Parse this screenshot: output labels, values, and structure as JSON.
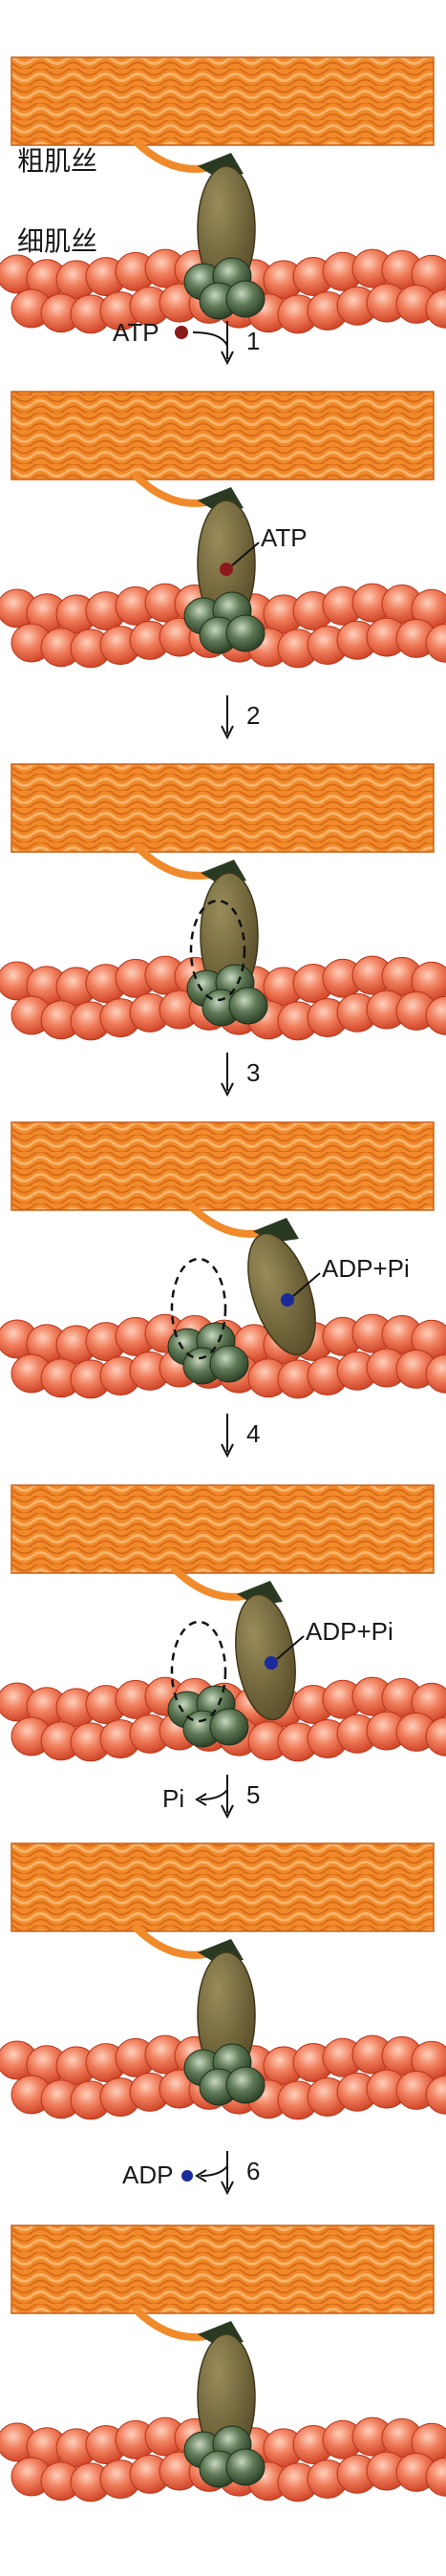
{
  "diagram": {
    "labels": {
      "thick_filament": "粗肌丝",
      "thin_filament": "细肌丝"
    },
    "steps": [
      {
        "number": "1",
        "side_label": "ATP",
        "direction": "in",
        "dot_color": "#8b1a1a"
      },
      {
        "number": "2",
        "side_label": "",
        "direction": "none"
      },
      {
        "number": "3",
        "side_label": "",
        "direction": "none"
      },
      {
        "number": "4",
        "side_label": "",
        "direction": "none"
      },
      {
        "number": "5",
        "side_label": "Pi",
        "direction": "out"
      },
      {
        "number": "6",
        "side_label": "ADP",
        "direction": "out",
        "dot_color": "#1a2a9a"
      }
    ],
    "stages": [
      {
        "state": "rigor",
        "annotation": ""
      },
      {
        "state": "atp-bound",
        "annotation": "ATP"
      },
      {
        "state": "released",
        "annotation": ""
      },
      {
        "state": "cocked",
        "annotation": "ADP+Pi"
      },
      {
        "state": "weak-binding",
        "annotation": "ADP+Pi"
      },
      {
        "state": "power-stroke",
        "annotation": ""
      },
      {
        "state": "rigor",
        "annotation": ""
      }
    ],
    "colors": {
      "thick": "#f08a2a",
      "thin": "#e8563a",
      "myosin_head": "#6f6338",
      "light_chain": "#8a4a8a",
      "actin_site": "#3f5a3a",
      "atp_dot": "#8b1a1a",
      "adp_dot": "#1a2a9a"
    }
  }
}
